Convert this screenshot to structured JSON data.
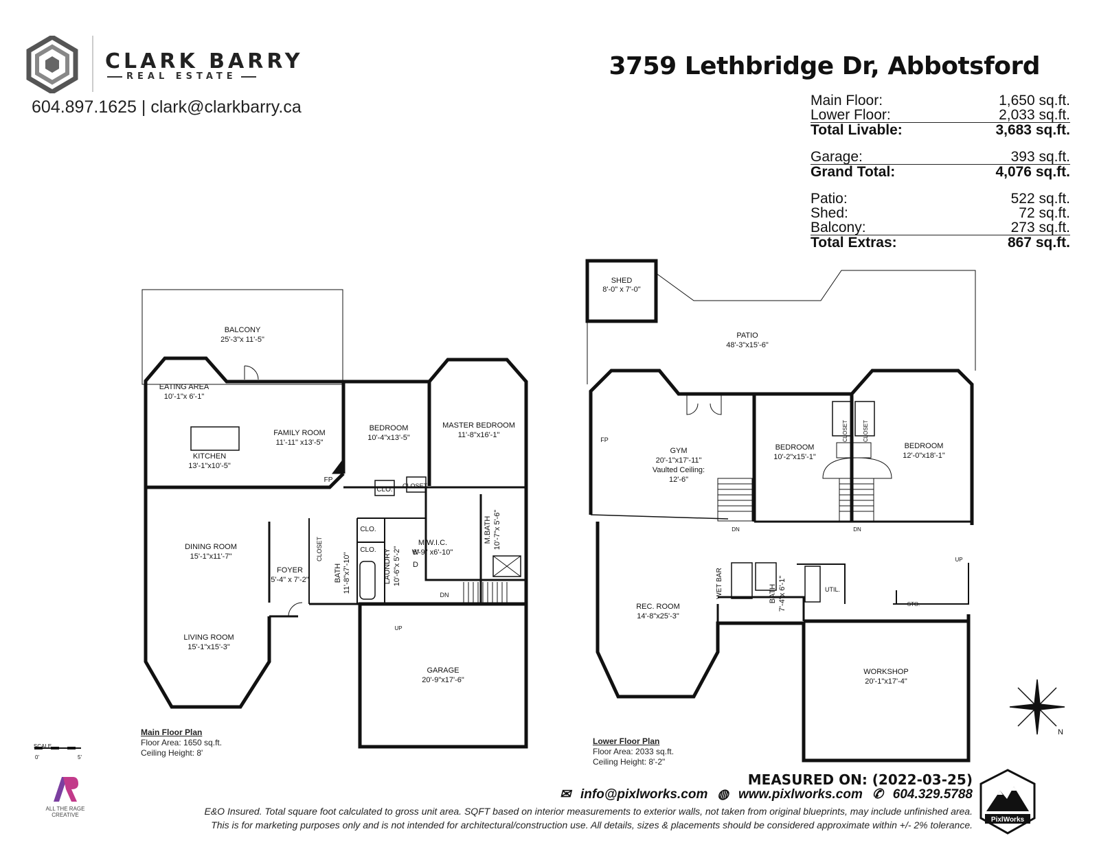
{
  "brand": {
    "name": "CLARK BARRY",
    "sub": "REAL ESTATE",
    "phone": "604.897.1625",
    "separator": "|",
    "email": "clark@clarkbarry.ca"
  },
  "address": "3759 Lethbridge Dr, Abbotsford",
  "areas": {
    "main_floor": {
      "label": "Main Floor:",
      "value": "1,650 sq.ft."
    },
    "lower_floor": {
      "label": "Lower Floor:",
      "value": "2,033 sq.ft."
    },
    "total_livable": {
      "label": "Total Livable:",
      "value": "3,683 sq.ft."
    },
    "garage": {
      "label": "Garage:",
      "value": "393 sq.ft."
    },
    "grand_total": {
      "label": "Grand Total:",
      "value": "4,076 sq.ft."
    },
    "patio": {
      "label": "Patio:",
      "value": "522 sq.ft."
    },
    "shed": {
      "label": "Shed:",
      "value": "72 sq.ft."
    },
    "balcony": {
      "label": "Balcony:",
      "value": "273 sq.ft."
    },
    "total_extras": {
      "label": "Total Extras:",
      "value": "867 sq.ft."
    }
  },
  "main_plan": {
    "title": "Main Floor Plan",
    "area": "Floor Area: 1650 sq.ft.",
    "ceiling": "Ceiling Height: 8'",
    "rooms": {
      "balcony": [
        "BALCONY",
        "25'-3\"x 11'-5\""
      ],
      "eating": [
        "EATING AREA",
        "10'-1\"x  6'-1\""
      ],
      "kitchen": [
        "KITCHEN",
        "13'-1\"x10'-5\""
      ],
      "family": [
        "FAMILY ROOM",
        "11'-11\" x13'-5\""
      ],
      "bedroom": [
        "BEDROOM",
        "10'-4\"x13'-5\""
      ],
      "master": [
        "MASTER BEDROOM",
        "11'-8\"x16'-1\""
      ],
      "dining": [
        "DINING ROOM",
        "15'-1\"x11'-7\""
      ],
      "foyer": [
        "FOYER",
        "5'-4\" x 7'-2\""
      ],
      "living": [
        "LIVING ROOM",
        "15'-1\"x15'-3\""
      ],
      "bath": [
        "BATH",
        "11'-8\"x7'-10\""
      ],
      "laundry": [
        "LAUNDRY",
        "10'-6\"x 5'-2\""
      ],
      "mwic": [
        "M.W.I.C.",
        "6'-9\" x6'-10\""
      ],
      "mbath": [
        "M.BATH",
        "10'-7\"x 5'-6\""
      ],
      "garage": [
        "GARAGE",
        "20'-9\"x17'-6\""
      ]
    },
    "small": {
      "closet": "CLOSET",
      "clo": "CLO.",
      "fp": "FP",
      "dn": "DN",
      "up": "UP",
      "w": "W",
      "d": "D"
    }
  },
  "lower_plan": {
    "title": "Lower Floor Plan",
    "area": "Floor Area: 2033 sq.ft.",
    "ceiling": "Ceiling Height: 8'-2\"",
    "rooms": {
      "shed": [
        "SHED",
        "8'-0\" x 7'-0\""
      ],
      "patio": [
        "PATIO",
        "48'-3\"x15'-6\""
      ],
      "gym": [
        "GYM",
        "20'-1\"x17'-11\"",
        "Vaulted Ceiling:",
        "12'-6\""
      ],
      "bedroom1": [
        "BEDROOM",
        "10'-2\"x15'-1\""
      ],
      "bedroom2": [
        "BEDROOM",
        "12'-0\"x18'-1\""
      ],
      "rec": [
        "REC. ROOM",
        "14'-8\"x25'-3\""
      ],
      "bath": [
        "BATH",
        "7'-4\"x 6'-1\""
      ],
      "workshop": [
        "WORKSHOP",
        "20'-1\"x17'-4\""
      ]
    },
    "small": {
      "closet": "CLOSET",
      "fp": "FP",
      "dn": "DN",
      "up": "UP",
      "wetbar": "WET BAR",
      "util": "UTIL.",
      "sto": "STO."
    }
  },
  "scale": {
    "label": "SCALE",
    "from": "0'",
    "to": "5'"
  },
  "compass": {
    "n": "N"
  },
  "footer": {
    "measured": "MEASURED ON: (2022-03-25)",
    "email": "info@pixlworks.com",
    "web": "www.pixlworks.com",
    "phone": "604.329.5788",
    "disclaimer1": "E&O Insured.  Total square foot calculated to gross unit area. SQFT based on interior measurements to exterior walls, not taken from original blueprints, may include unfinished area.",
    "disclaimer2": "This is for marketing purposes only and is not intended for architectural/construction use.  All details, sizes & placements should be considered approximate within +/- 2%  tolerance.",
    "atr_name": "ALL THE RAGE",
    "atr_sub": "CREATIVE",
    "pix_name": "PixlWorks"
  }
}
